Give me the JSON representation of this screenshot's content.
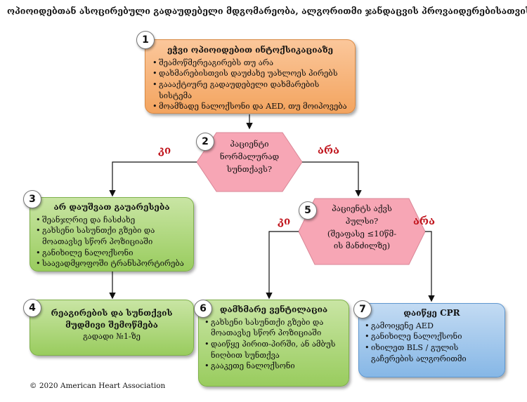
{
  "title": "ოპიოიდებთან ასოცირებული გადაუდებელი მდგომარეობა, ალგორითმი ჯანდაცვის პროვაიდერებისათვის",
  "colors": {
    "orange": "#f6b279",
    "green": "#a8d46f",
    "blue": "#9cc3ec",
    "decision": "#f7a6b5",
    "label_red": "#c0141c"
  },
  "step1": {
    "number": "1",
    "heading": "ეჭვი ოპიოიდებით ინტოქსიკაციაზე",
    "items": [
      "შეამოწმერეაგირებს თუ არა",
      "დახმარებისთვის დაუძახე უახლოეს პირებს",
      "გაააქტიურე გადაუდებელი დახმარების სისტემა",
      "მოამზადე ნალოქსონი და AED, თუ მოიპოვება"
    ]
  },
  "step2": {
    "number": "2",
    "lines": [
      "პაციენტი",
      "ნორმალურად",
      "სუნთქავს?"
    ],
    "yes": "კი",
    "no": "არა"
  },
  "step3": {
    "number": "3",
    "heading": "არ დაუშვათ გაუარესება",
    "items": [
      "შეანჯღრიე და ჩასძახე",
      "გახსენი სასუნთქი გზები და მოათავსე სწორ პოზიციაში",
      "განიხილე ნალოქსონი",
      "საავადმყოფოში ტრანსპორტირება"
    ]
  },
  "step4": {
    "number": "4",
    "lines": [
      "რეაგირების და სუნთქვის",
      "მუდმივი შემოწმება",
      "გადადი №1-ზე"
    ]
  },
  "step5": {
    "number": "5",
    "lines": [
      "პაციენტს აქვს",
      "პულსი?",
      "(შეაფასე ≤10წმ-",
      "ის მანძილზე)"
    ],
    "yes": "კი",
    "no": "არა"
  },
  "step6": {
    "number": "6",
    "heading": "დამხმარე ვენტილაცია",
    "items": [
      "გახსენი სასუნთქი გზები და მოათავსე სწორ პოზიციაში",
      "დაიწყე პირით-პირში, ან ამბუს ნიღბით სუნთქვა",
      "გააკეთე ნალოქსონი"
    ]
  },
  "step7": {
    "number": "7",
    "heading": "დაიწყე CPR",
    "items": [
      "გამოიყენე AED",
      "განიხილე ნალოქსონი",
      "იხილეთ BLS / გულის გაჩერების ალგორითმი"
    ]
  },
  "footer": "© 2020 American Heart Association"
}
